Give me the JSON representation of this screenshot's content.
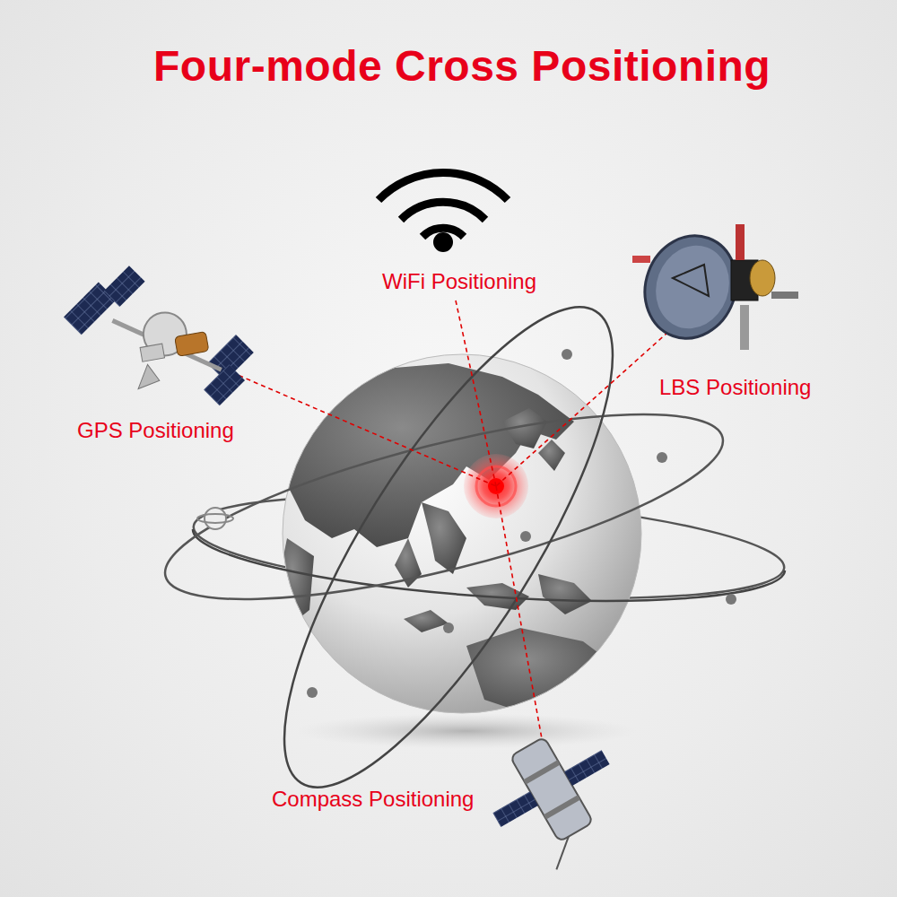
{
  "diagram": {
    "title": "Four-mode Cross Positioning",
    "labels": [
      "WiFi Positioning",
      "LBS Positioning",
      "GPS Positioning",
      "Compass Positioning"
    ]
  }
}
